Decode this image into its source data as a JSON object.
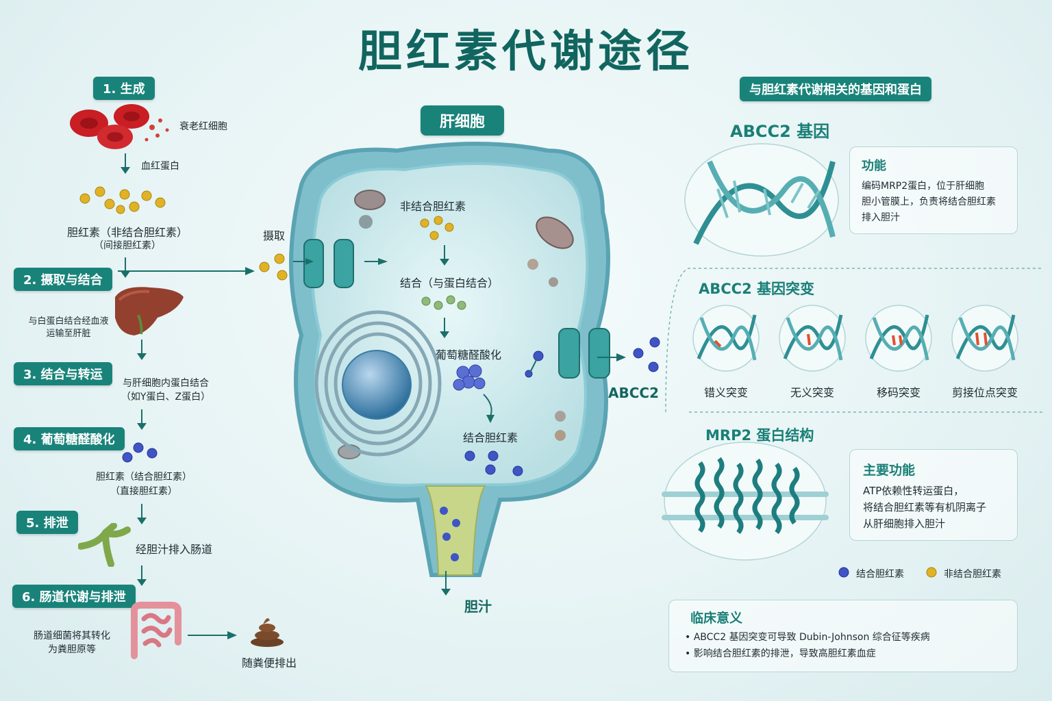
{
  "title": "胆红素代谢途径",
  "colors": {
    "teal": "#19837a",
    "dark_teal": "#11655f",
    "conjugated": "#3f55c4",
    "unconjugated": "#e0b226"
  },
  "left": {
    "steps": [
      {
        "label": "1. 生成"
      },
      {
        "label": "2. 摄取与结合"
      },
      {
        "label": "3. 结合与转运"
      },
      {
        "label": "4. 葡萄糖醛酸化"
      },
      {
        "label": "5. 排泄"
      },
      {
        "label": "6. 肠道代谢与排泄"
      }
    ],
    "aged_rbc": "衰老红细胞",
    "hemoglobin": "血红蛋白",
    "bilirubin_unconj_line1": "胆红素（非结合胆红素）",
    "bilirubin_unconj_line2": "（间接胆红素）",
    "transport_line1": "与白蛋白结合经血液",
    "transport_line2": "运输至肝脏",
    "bind_line1": "与肝细胞内蛋白结合",
    "bind_line2": "（如Y蛋白、Z蛋白）",
    "bilirubin_conj_line1": "胆红素（结合胆红素）",
    "bilirubin_conj_line2": "（直接胆红素）",
    "bile_intestine": "经胆汁排入肠道",
    "bacteria_line1": "肠道细菌将其转化",
    "bacteria_line2": "为粪胆原等",
    "feces": "随粪便排出"
  },
  "cell": {
    "title": "肝细胞",
    "uptake": "摄取",
    "unconj": "非结合胆红素",
    "binding": "结合（与蛋白结合）",
    "glucuronidation": "葡萄糖醛酸化",
    "conj": "结合胆红素",
    "abcc2": "ABCC2",
    "bile": "胆汁"
  },
  "right": {
    "header": "与胆红素代谢相关的基因和蛋白",
    "gene_title": "ABCC2 基因",
    "function_title": "功能",
    "function_lines": [
      "编码MRP2蛋白，位于肝细胞",
      "胆小管膜上，负责将结合胆红素",
      "排入胆汁"
    ],
    "mutation_title": "ABCC2 基因突变",
    "mutations": [
      "错义突变",
      "无义突变",
      "移码突变",
      "剪接位点突变"
    ],
    "protein_title": "MRP2 蛋白结构",
    "main_function_title": "主要功能",
    "main_function_lines": [
      "ATP依赖性转运蛋白，",
      "将结合胆红素等有机阴离子",
      "从肝细胞排入胆汁"
    ],
    "legend_conj": "结合胆红素",
    "legend_unconj": "非结合胆红素",
    "clinical_title": "临床意义",
    "clinical_points": [
      "ABCC2 基因突变可导致 Dubin-Johnson 综合征等疾病",
      "影响结合胆红素的排泄，导致高胆红素血症"
    ]
  }
}
